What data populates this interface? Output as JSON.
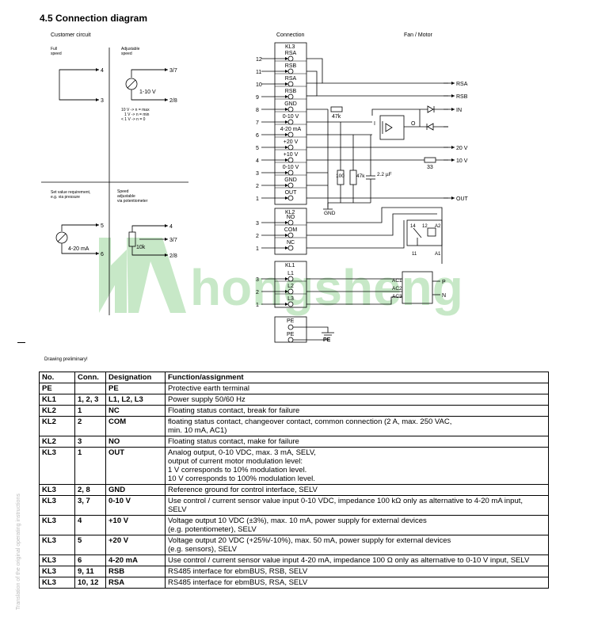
{
  "title": "4.5 Connection diagram",
  "diagram": {
    "customer_circuit": "Customer circuit",
    "connection": "Connection",
    "fan_motor": "Fan / Motor",
    "full_speed": [
      "Full",
      "speed"
    ],
    "adjustable_speed": [
      "Adjustable",
      "speed"
    ],
    "voltage_source": "1-10 V",
    "speed_notes": [
      "10 V -> n = max",
      "1 V -> n = min",
      "< 1 V -> n = 0"
    ],
    "setpoint_req": [
      "Set value requirement,",
      "e.g. via pressure"
    ],
    "speed_pot": [
      "Speed",
      "adjustable",
      "via potentiometer"
    ],
    "current_source": "4-20 mA",
    "pot_value": "10k",
    "customer_terms_top": [
      "4",
      "3",
      "3/7",
      "2/8"
    ],
    "customer_terms_bottom": [
      "5",
      "6",
      "4",
      "3/7",
      "2/8"
    ],
    "kl3_block": "KL3",
    "kl3_rows": [
      {
        "num": "12",
        "label": "RSA"
      },
      {
        "num": "11",
        "label": "RSB"
      },
      {
        "num": "10",
        "label": "RSA"
      },
      {
        "num": "9",
        "label": "RSB"
      },
      {
        "num": "8",
        "label": "GND"
      },
      {
        "num": "7",
        "label": "0-10 V"
      },
      {
        "num": "6",
        "label": "4-20 mA"
      },
      {
        "num": "5",
        "label": "+20 V"
      },
      {
        "num": "4",
        "label": "+10 V"
      },
      {
        "num": "3",
        "label": "0-10 V"
      },
      {
        "num": "2",
        "label": "GND"
      },
      {
        "num": "1",
        "label": "OUT"
      }
    ],
    "kl2_block": "KL2",
    "kl2_rows": [
      {
        "num": "3",
        "label": "NO"
      },
      {
        "num": "2",
        "label": "COM"
      },
      {
        "num": "1",
        "label": "NC"
      }
    ],
    "kl1_block": "KL1",
    "kl1_rows": [
      {
        "num": "3",
        "label": "L1"
      },
      {
        "num": "2",
        "label": "L2"
      },
      {
        "num": "1",
        "label": "L3"
      }
    ],
    "pe_rows": [
      "PE",
      "PE"
    ],
    "pe_label": "PE",
    "outputs": [
      "RSA",
      "RSB",
      "IN",
      "20 V",
      "10 V",
      "OUT"
    ],
    "resistors": [
      "47k",
      "100",
      "47k",
      "33"
    ],
    "capacitor": "2.2 µF",
    "gnd_label": "GND",
    "amp_labels": [
      "I",
      "O"
    ],
    "relay_labels": [
      "14",
      "12",
      "A2",
      "11",
      "A1"
    ],
    "ac_labels": [
      "AC1",
      "AC2",
      "AC3"
    ],
    "power_labels": [
      "P",
      "N"
    ],
    "watermark": "hongsheng"
  },
  "note": "Drawing preliminary!",
  "side_note": "Translation of the original operating instructions",
  "table": {
    "headers": [
      "No.",
      "Conn.",
      "Designation",
      "Function/assignment"
    ],
    "rows": [
      {
        "no": "PE",
        "conn": "",
        "designation": "PE",
        "function": "Protective earth terminal"
      },
      {
        "no": "KL1",
        "conn": "1, 2, 3",
        "designation": "L1, L2, L3",
        "function": "Power supply 50/60 Hz"
      },
      {
        "no": "KL2",
        "conn": "1",
        "designation": "NC",
        "function": "Floating status contact, break for failure"
      },
      {
        "no": "KL2",
        "conn": "2",
        "designation": "COM",
        "function": "floating status contact, changeover contact, common connection (2 A, max. 250 VAC,\nmin. 10 mA, AC1)"
      },
      {
        "no": "KL2",
        "conn": "3",
        "designation": "NO",
        "function": "Floating status contact, make for failure"
      },
      {
        "no": "KL3",
        "conn": "1",
        "designation": "OUT",
        "function": "Analog output, 0-10 VDC, max. 3 mA, SELV,\noutput of current motor modulation level:\n1 V corresponds to 10% modulation level.\n10 V corresponds to 100% modulation level."
      },
      {
        "no": "KL3",
        "conn": "2, 8",
        "designation": "GND",
        "function": "Reference ground for control interface, SELV"
      },
      {
        "no": "KL3",
        "conn": "3, 7",
        "designation": "0-10 V",
        "function": "Use control / current sensor value input 0-10 VDC, impedance 100 kΩ only as alternative to 4-20 mA input,\nSELV"
      },
      {
        "no": "KL3",
        "conn": "4",
        "designation": "+10 V",
        "function": "Voltage output 10 VDC (±3%), max. 10 mA, power supply for external devices\n(e.g. potentiometer), SELV"
      },
      {
        "no": "KL3",
        "conn": "5",
        "designation": "+20 V",
        "function": "Voltage output 20 VDC (+25%/-10%), max. 50 mA, power supply for external devices\n(e.g. sensors), SELV"
      },
      {
        "no": "KL3",
        "conn": "6",
        "designation": "4-20 mA",
        "function": "Use control / current sensor value input 4-20 mA, impedance 100 Ω only as alternative to 0-10 V input, SELV"
      },
      {
        "no": "KL3",
        "conn": "9, 11",
        "designation": "RSB",
        "function": "RS485 interface for ebmBUS, RSB, SELV"
      },
      {
        "no": "KL3",
        "conn": "10, 12",
        "designation": "RSA",
        "function": "RS485 interface for ebmBUS, RSA, SELV"
      }
    ]
  }
}
